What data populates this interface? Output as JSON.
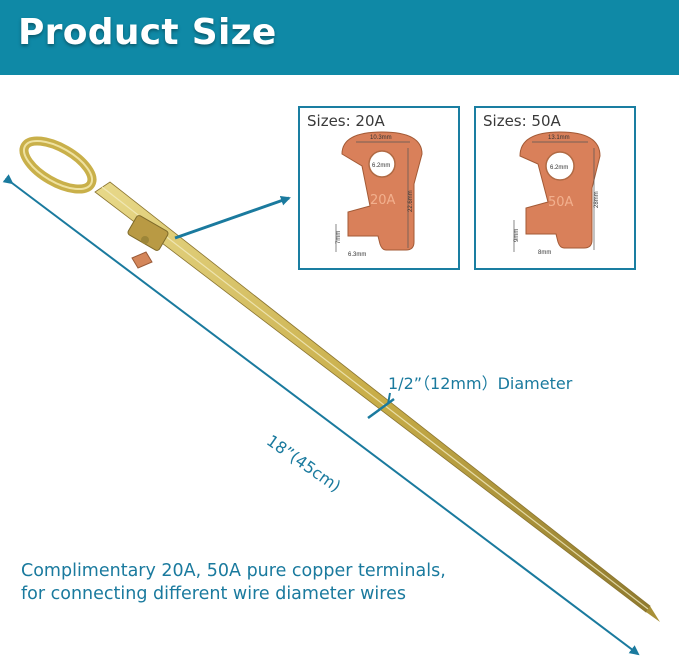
{
  "header": {
    "title": "Product Size",
    "bg_color": "#0f89a6"
  },
  "panels": [
    {
      "label": "Sizes: 20A",
      "stamp": "20A",
      "dims": {
        "width": "10.3mm",
        "hole": "6.2mm",
        "length": "22.6mm",
        "neck": "7mm",
        "tab": "6.3mm"
      }
    },
    {
      "label": "Sizes: 50A",
      "stamp": "50A",
      "dims": {
        "width": "13.1mm",
        "hole": "6.2mm",
        "length": "28mm",
        "neck": "9mm",
        "tab": "8mm"
      }
    }
  ],
  "dimensions": {
    "diameter": "1/2”（12mm）Diameter",
    "length": "18”(45cm)"
  },
  "caption": {
    "line1": "Complimentary 20A, 50A pure copper terminals,",
    "line2": "for connecting different wire diameter wires"
  },
  "colors": {
    "accent": "#1a7a9e",
    "copper": "#d9805a",
    "rod": "#c9b34e"
  }
}
